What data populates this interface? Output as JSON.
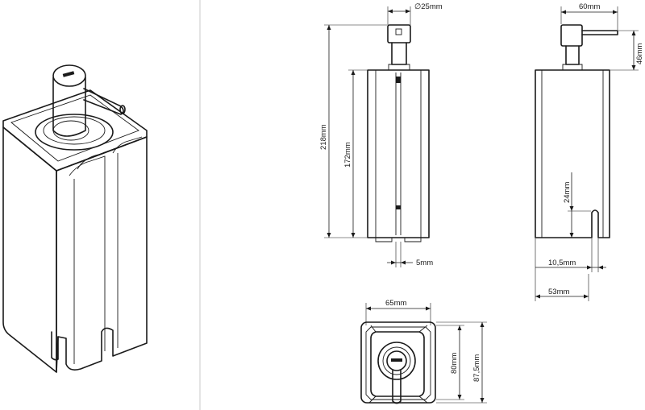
{
  "dimensions": {
    "pump_diameter": "∅25mm",
    "side_width": "60mm",
    "pump_height": "46mm",
    "total_height": "218mm",
    "body_height": "172mm",
    "slot_height": "24mm",
    "front_slot": "5mm",
    "slot_width": "10,5mm",
    "side_depth": "53mm",
    "base_width": "65mm",
    "base_depth_inner": "80mm",
    "base_depth_outer": "87,5mm"
  }
}
